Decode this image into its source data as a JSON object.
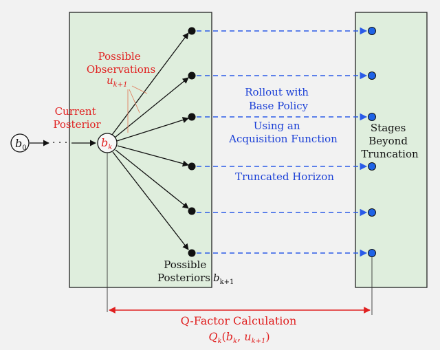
{
  "colors": {
    "background": "#f2f2f2",
    "panel_fill": "#dfeedd",
    "panel_stroke": "#222222",
    "black": "#111111",
    "red": "#e02020",
    "blue": "#1a3fd6",
    "blue_dot": "#1f63e6",
    "dash_blue": "#2a5ae8"
  },
  "labels": {
    "b0_base": "b",
    "b0_sub": "0",
    "dots": "· · ·",
    "current_posterior_line1": "Current",
    "current_posterior_line2": "Posterior",
    "bk_base": "b",
    "bk_sub": "k",
    "possible_obs_line1": "Possible",
    "possible_obs_line2": "Observations",
    "u_base": "u",
    "u_sub": "k+1",
    "rollout_line1": "Rollout with",
    "rollout_line2": "Base Policy",
    "acq_line1": "Using an",
    "acq_line2": "Acquisition Function",
    "truncated_horizon": "Truncated Horizon",
    "stages_line1": "Stages",
    "stages_line2": "Beyond",
    "stages_line3": "Truncation",
    "possible_post_line1": "Possible",
    "possible_post_line2": "Posteriors",
    "bk1_base": "b",
    "bk1_sub": "k+1",
    "qfactor_title": "Q-Factor Calculation",
    "q_base": "Q",
    "q_sub": "k",
    "q_open": "(",
    "q_b": "b",
    "q_b_sub": "k",
    "q_comma": ", ",
    "q_u": "u",
    "q_u_sub": "k+1",
    "q_close": ")"
  }
}
